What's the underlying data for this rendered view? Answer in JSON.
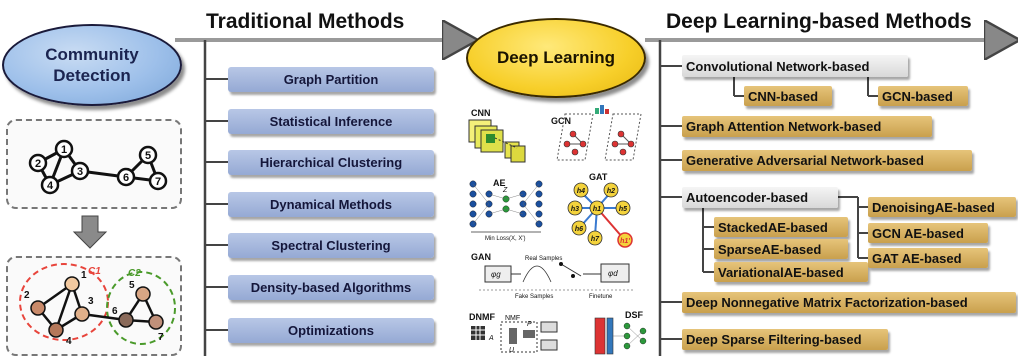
{
  "headings": {
    "traditional": "Traditional Methods",
    "deep_learning": "Deep Learning-based Methods"
  },
  "ovals": {
    "community_detection": [
      "Community",
      "Detection"
    ],
    "deep_learning": "Deep Learning"
  },
  "traditional_methods": [
    "Graph Partition",
    "Statistical Inference",
    "Hierarchical Clustering",
    "Dynamical Methods",
    "Spectral Clustering",
    "Density-based Algorithms",
    "Optimizations"
  ],
  "deep_methods": {
    "convolutional": "Convolutional Network-based",
    "cnn": "CNN-based",
    "gcn": "GCN-based",
    "gat": "Graph Attention Network-based",
    "gan": "Generative Adversarial Network-based",
    "autoencoder": "Autoencoder-based",
    "stacked_ae": "StackedAE-based",
    "sparse_ae": "SparseAE-based",
    "variational_ae": "VariationalAE-based",
    "denoising_ae": "DenoisingAE-based",
    "gcn_ae": "GCN AE-based",
    "gat_ae": "GAT AE-based",
    "dnmf": "Deep Nonnegative Matrix Factorization-based",
    "dsf": "Deep Sparse Filtering-based"
  },
  "graph": {
    "nodes": [
      "1",
      "2",
      "3",
      "4",
      "5",
      "6",
      "7"
    ],
    "communities": [
      "C1",
      "C2"
    ]
  },
  "illustrations": {
    "cnn": "CNN",
    "gcn": "GCN",
    "ae": "AE",
    "ae_z": "Z",
    "ae_loss": "Min Loss(X, X')",
    "gat": "GAT",
    "gat_nodes": [
      "h1",
      "h2",
      "h3",
      "h4",
      "h5",
      "h6",
      "h7",
      "h1'"
    ],
    "gan": "GAN",
    "gan_real": "Real Samples",
    "gan_fake": "Fake Samples",
    "gan_g": "φg",
    "gan_d": "φd",
    "gan_finetune": "Finetune",
    "dnmf": "DNMF",
    "dnmf_nmf": "NMF",
    "dnmf_a": "A",
    "dnmf_u": "U",
    "dnmf_p": "P",
    "dsf": "DSF"
  },
  "colors": {
    "traditional_box": "#a6b8df",
    "deep_box": "#d9b45f",
    "deep_learning_oval": "#f7cf2a",
    "community_oval": "#9ec0ea",
    "community1": "#e8453c",
    "community2": "#4a9a2a"
  }
}
